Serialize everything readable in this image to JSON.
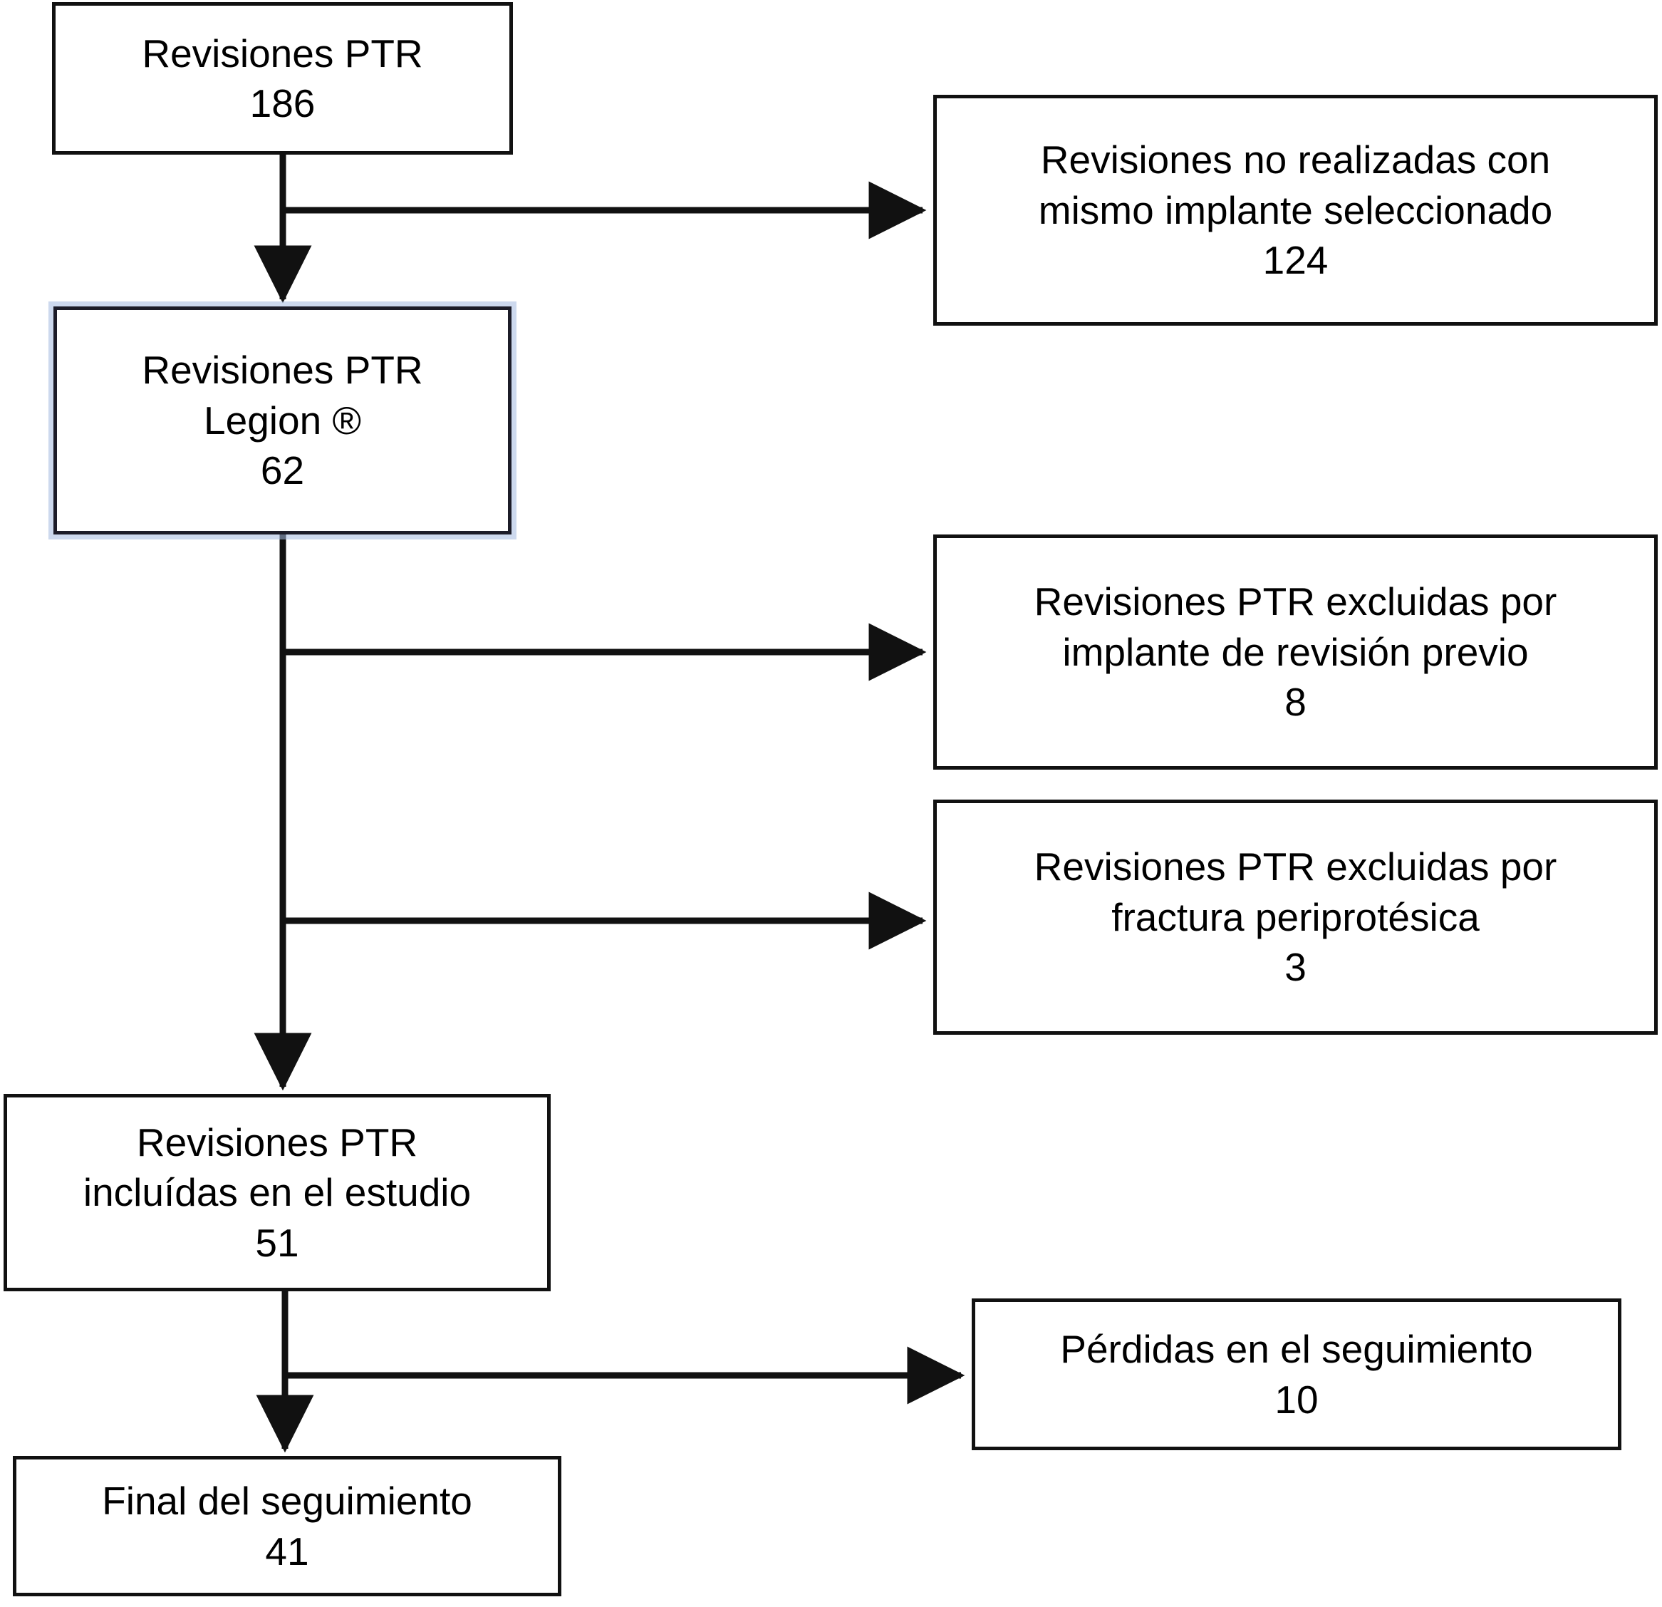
{
  "diagram": {
    "title": "Diagrama de flujo de revisiones PTR",
    "stroke_color": "#111111",
    "highlight_glow_color": "#a4bae0",
    "background_color": "#ffffff"
  },
  "nodes": [
    {
      "id": "revisiones-ptr-total",
      "lines": [
        "Revisiones PTR",
        "186"
      ],
      "line1": "Revisiones PTR",
      "line2": "186",
      "line3": "",
      "count": "186"
    },
    {
      "id": "revisiones-no-realizadas",
      "lines": [
        "Revisiones no realizadas con",
        "mismo implante seleccionado",
        "124"
      ],
      "line1": "Revisiones no realizadas con",
      "line2": "mismo implante seleccionado",
      "line3": "124",
      "count": "124"
    },
    {
      "id": "revisiones-ptr-legion",
      "lines": [
        "Revisiones PTR",
        "Legion ®",
        "62"
      ],
      "line1": "Revisiones PTR",
      "line2": "Legion ®",
      "line3": "62",
      "count": "62"
    },
    {
      "id": "excluidas-implante-previo",
      "lines": [
        "Revisiones PTR excluidas por",
        "implante de revisión previo",
        "8"
      ],
      "line1": "Revisiones PTR excluidas por",
      "line2": "implante de revisión previo",
      "line3": "8",
      "count": "8"
    },
    {
      "id": "excluidas-fractura-periprotesica",
      "lines": [
        "Revisiones PTR excluidas por",
        "fractura periprotésica",
        "3"
      ],
      "line1": "Revisiones PTR excluidas por",
      "line2": "fractura periprotésica",
      "line3": "3",
      "count": "3"
    },
    {
      "id": "incluidas-en-estudio",
      "lines": [
        "Revisiones PTR",
        "incluídas en el estudio",
        "51"
      ],
      "line1": "Revisiones PTR",
      "line2": "incluídas en el estudio",
      "line3": "51",
      "count": "51"
    },
    {
      "id": "perdidas-seguimiento",
      "lines": [
        "Pérdidas en el seguimiento",
        "10"
      ],
      "line1": "Pérdidas en el seguimiento",
      "line2": "10",
      "line3": "",
      "count": "10"
    },
    {
      "id": "final-seguimiento",
      "lines": [
        "Final del seguimiento",
        "41"
      ],
      "line1": "Final del seguimiento",
      "line2": "41",
      "line3": "",
      "count": "41"
    }
  ],
  "edges": [
    {
      "id": "total-to-no-realizadas",
      "from": "revisiones-ptr-total",
      "to": "revisiones-no-realizadas",
      "kind": "branch-right"
    },
    {
      "id": "total-to-legion",
      "from": "revisiones-ptr-total",
      "to": "revisiones-ptr-legion",
      "kind": "down"
    },
    {
      "id": "legion-to-excluidas-implante",
      "from": "revisiones-ptr-legion",
      "to": "excluidas-implante-previo",
      "kind": "branch-right"
    },
    {
      "id": "legion-to-excluidas-fractura",
      "from": "revisiones-ptr-legion",
      "to": "excluidas-fractura-periprotesica",
      "kind": "branch-right"
    },
    {
      "id": "legion-to-incluidas",
      "from": "revisiones-ptr-legion",
      "to": "incluidas-en-estudio",
      "kind": "down"
    },
    {
      "id": "incluidas-to-perdidas",
      "from": "incluidas-en-estudio",
      "to": "perdidas-seguimiento",
      "kind": "branch-right"
    },
    {
      "id": "incluidas-to-final",
      "from": "incluidas-en-estudio",
      "to": "final-seguimiento",
      "kind": "down"
    }
  ]
}
